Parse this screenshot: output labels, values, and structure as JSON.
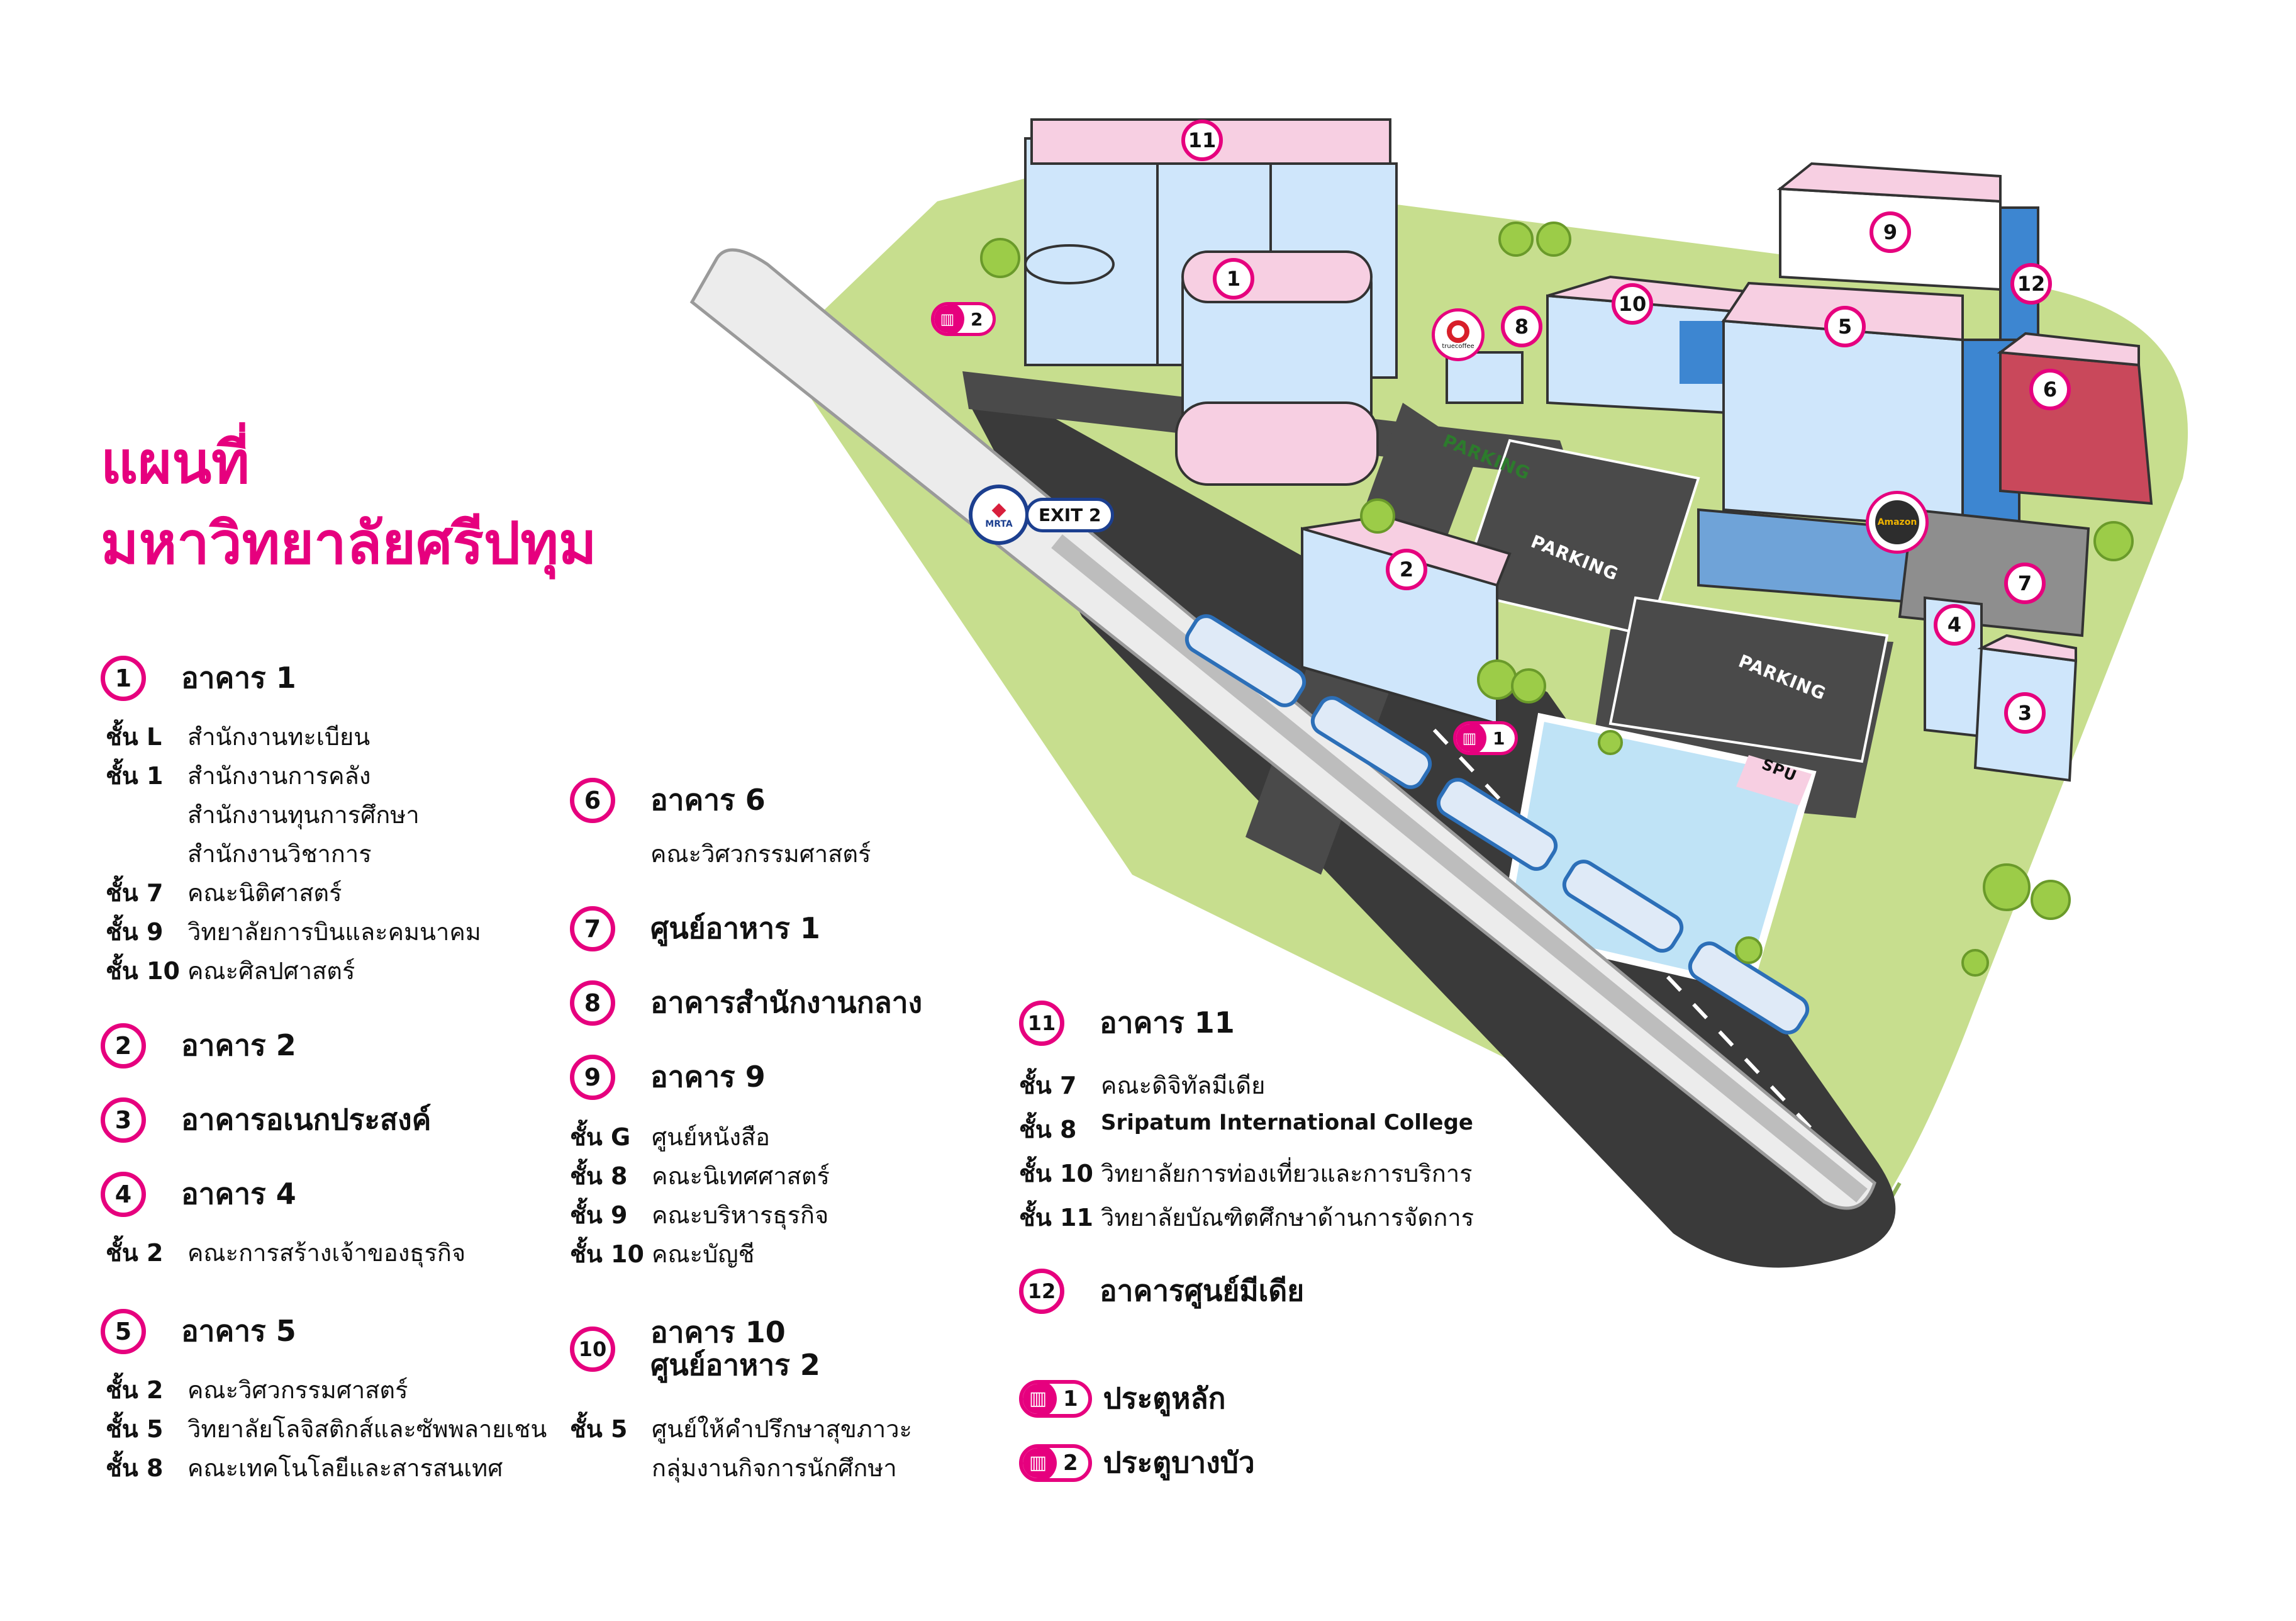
{
  "title": {
    "line1": "แผนที่",
    "line2": "มหาวิทยาลัยศรีปทุม"
  },
  "buildings": [
    {
      "num": "1",
      "name": "อาคาร 1",
      "floors": [
        {
          "floor": "ชั้น L",
          "items": [
            "สำนักงานทะเบียน"
          ]
        },
        {
          "floor": "ชั้น 1",
          "items": [
            "สำนักงานการคลัง",
            "สำนักงานทุนการศึกษา",
            "สำนักงานวิชาการ"
          ]
        },
        {
          "floor": "ชั้น 7",
          "items": [
            "คณะนิติศาสตร์"
          ]
        },
        {
          "floor": "ชั้น 9",
          "items": [
            "วิทยาลัยการบินและคมนาคม"
          ]
        },
        {
          "floor": "ชั้น 10",
          "items": [
            "คณะศิลปศาสตร์"
          ]
        }
      ]
    },
    {
      "num": "2",
      "name": "อาคาร 2",
      "floors": []
    },
    {
      "num": "3",
      "name": "อาคารอเนกประสงค์",
      "floors": []
    },
    {
      "num": "4",
      "name": "อาคาร 4",
      "floors": [
        {
          "floor": "ชั้น 2",
          "items": [
            "คณะการสร้างเจ้าของธุรกิจ"
          ]
        }
      ]
    },
    {
      "num": "5",
      "name": "อาคาร 5",
      "floors": [
        {
          "floor": "ชั้น 2",
          "items": [
            "คณะวิศวกรรมศาสตร์"
          ]
        },
        {
          "floor": "ชั้น 5",
          "items": [
            "วิทยาลัยโลจิสติกส์และซัพพลายเชน"
          ]
        },
        {
          "floor": "ชั้น 8",
          "items": [
            "คณะเทคโนโลยีและสารสนเทศ"
          ]
        }
      ]
    },
    {
      "num": "6",
      "name": "อาคาร 6",
      "floors": [
        {
          "floor": "",
          "items": [
            "คณะวิศวกรรมศาสตร์"
          ]
        }
      ]
    },
    {
      "num": "7",
      "name": "ศูนย์อาหาร 1",
      "floors": []
    },
    {
      "num": "8",
      "name": "อาคารสำนักงานกลาง",
      "floors": []
    },
    {
      "num": "9",
      "name": "อาคาร 9",
      "floors": [
        {
          "floor": "ชั้น G",
          "items": [
            "ศูนย์หนังสือ"
          ]
        },
        {
          "floor": "ชั้น 8",
          "items": [
            "คณะนิเทศศาสตร์"
          ]
        },
        {
          "floor": "ชั้น 9",
          "items": [
            "คณะบริหารธุรกิจ"
          ]
        },
        {
          "floor": "ชั้น 10",
          "items": [
            "คณะบัญชี"
          ]
        }
      ]
    },
    {
      "num": "10",
      "name": "อาคาร 10",
      "name2": "ศูนย์อาหาร 2",
      "floors": [
        {
          "floor": "ชั้น 5",
          "items": [
            "ศูนย์ให้คำปรึกษาสุขภาวะ",
            "กลุ่มงานกิจการนักศึกษา"
          ]
        }
      ]
    },
    {
      "num": "11",
      "name": "อาคาร 11",
      "floors": [
        {
          "floor": "ชั้น 7",
          "items": [
            "คณะดิจิทัลมีเดีย"
          ]
        },
        {
          "floor": "ชั้น 8",
          "items": [
            "Sripatum International College"
          ]
        },
        {
          "floor": "ชั้น 10",
          "items": [
            "วิทยาลัยการท่องเที่ยวและการบริการ"
          ]
        },
        {
          "floor": "ชั้น 11",
          "items": [
            "วิทยาลัยบัณฑิตศึกษาด้านการจัดการ"
          ]
        }
      ]
    },
    {
      "num": "12",
      "name": "อาคารศูนย์มีเดีย",
      "floors": []
    }
  ],
  "gates": [
    {
      "num": "1",
      "label": "ประตูหลัก"
    },
    {
      "num": "2",
      "label": "ประตูบางบัว"
    }
  ],
  "map_labels": {
    "exit": "EXIT 2",
    "mrta": "MRTA",
    "parking": "PARKING",
    "spu": "SPU",
    "coffee": "truecoffee",
    "amazon": "Amazon"
  },
  "colors": {
    "accent": "#e6007e",
    "grass": "#c7de8e",
    "road": "#3a3a3a",
    "building_blue": "#cfe6fb",
    "building_pink": "#f7cfe2",
    "water": "#bfe3f6"
  }
}
